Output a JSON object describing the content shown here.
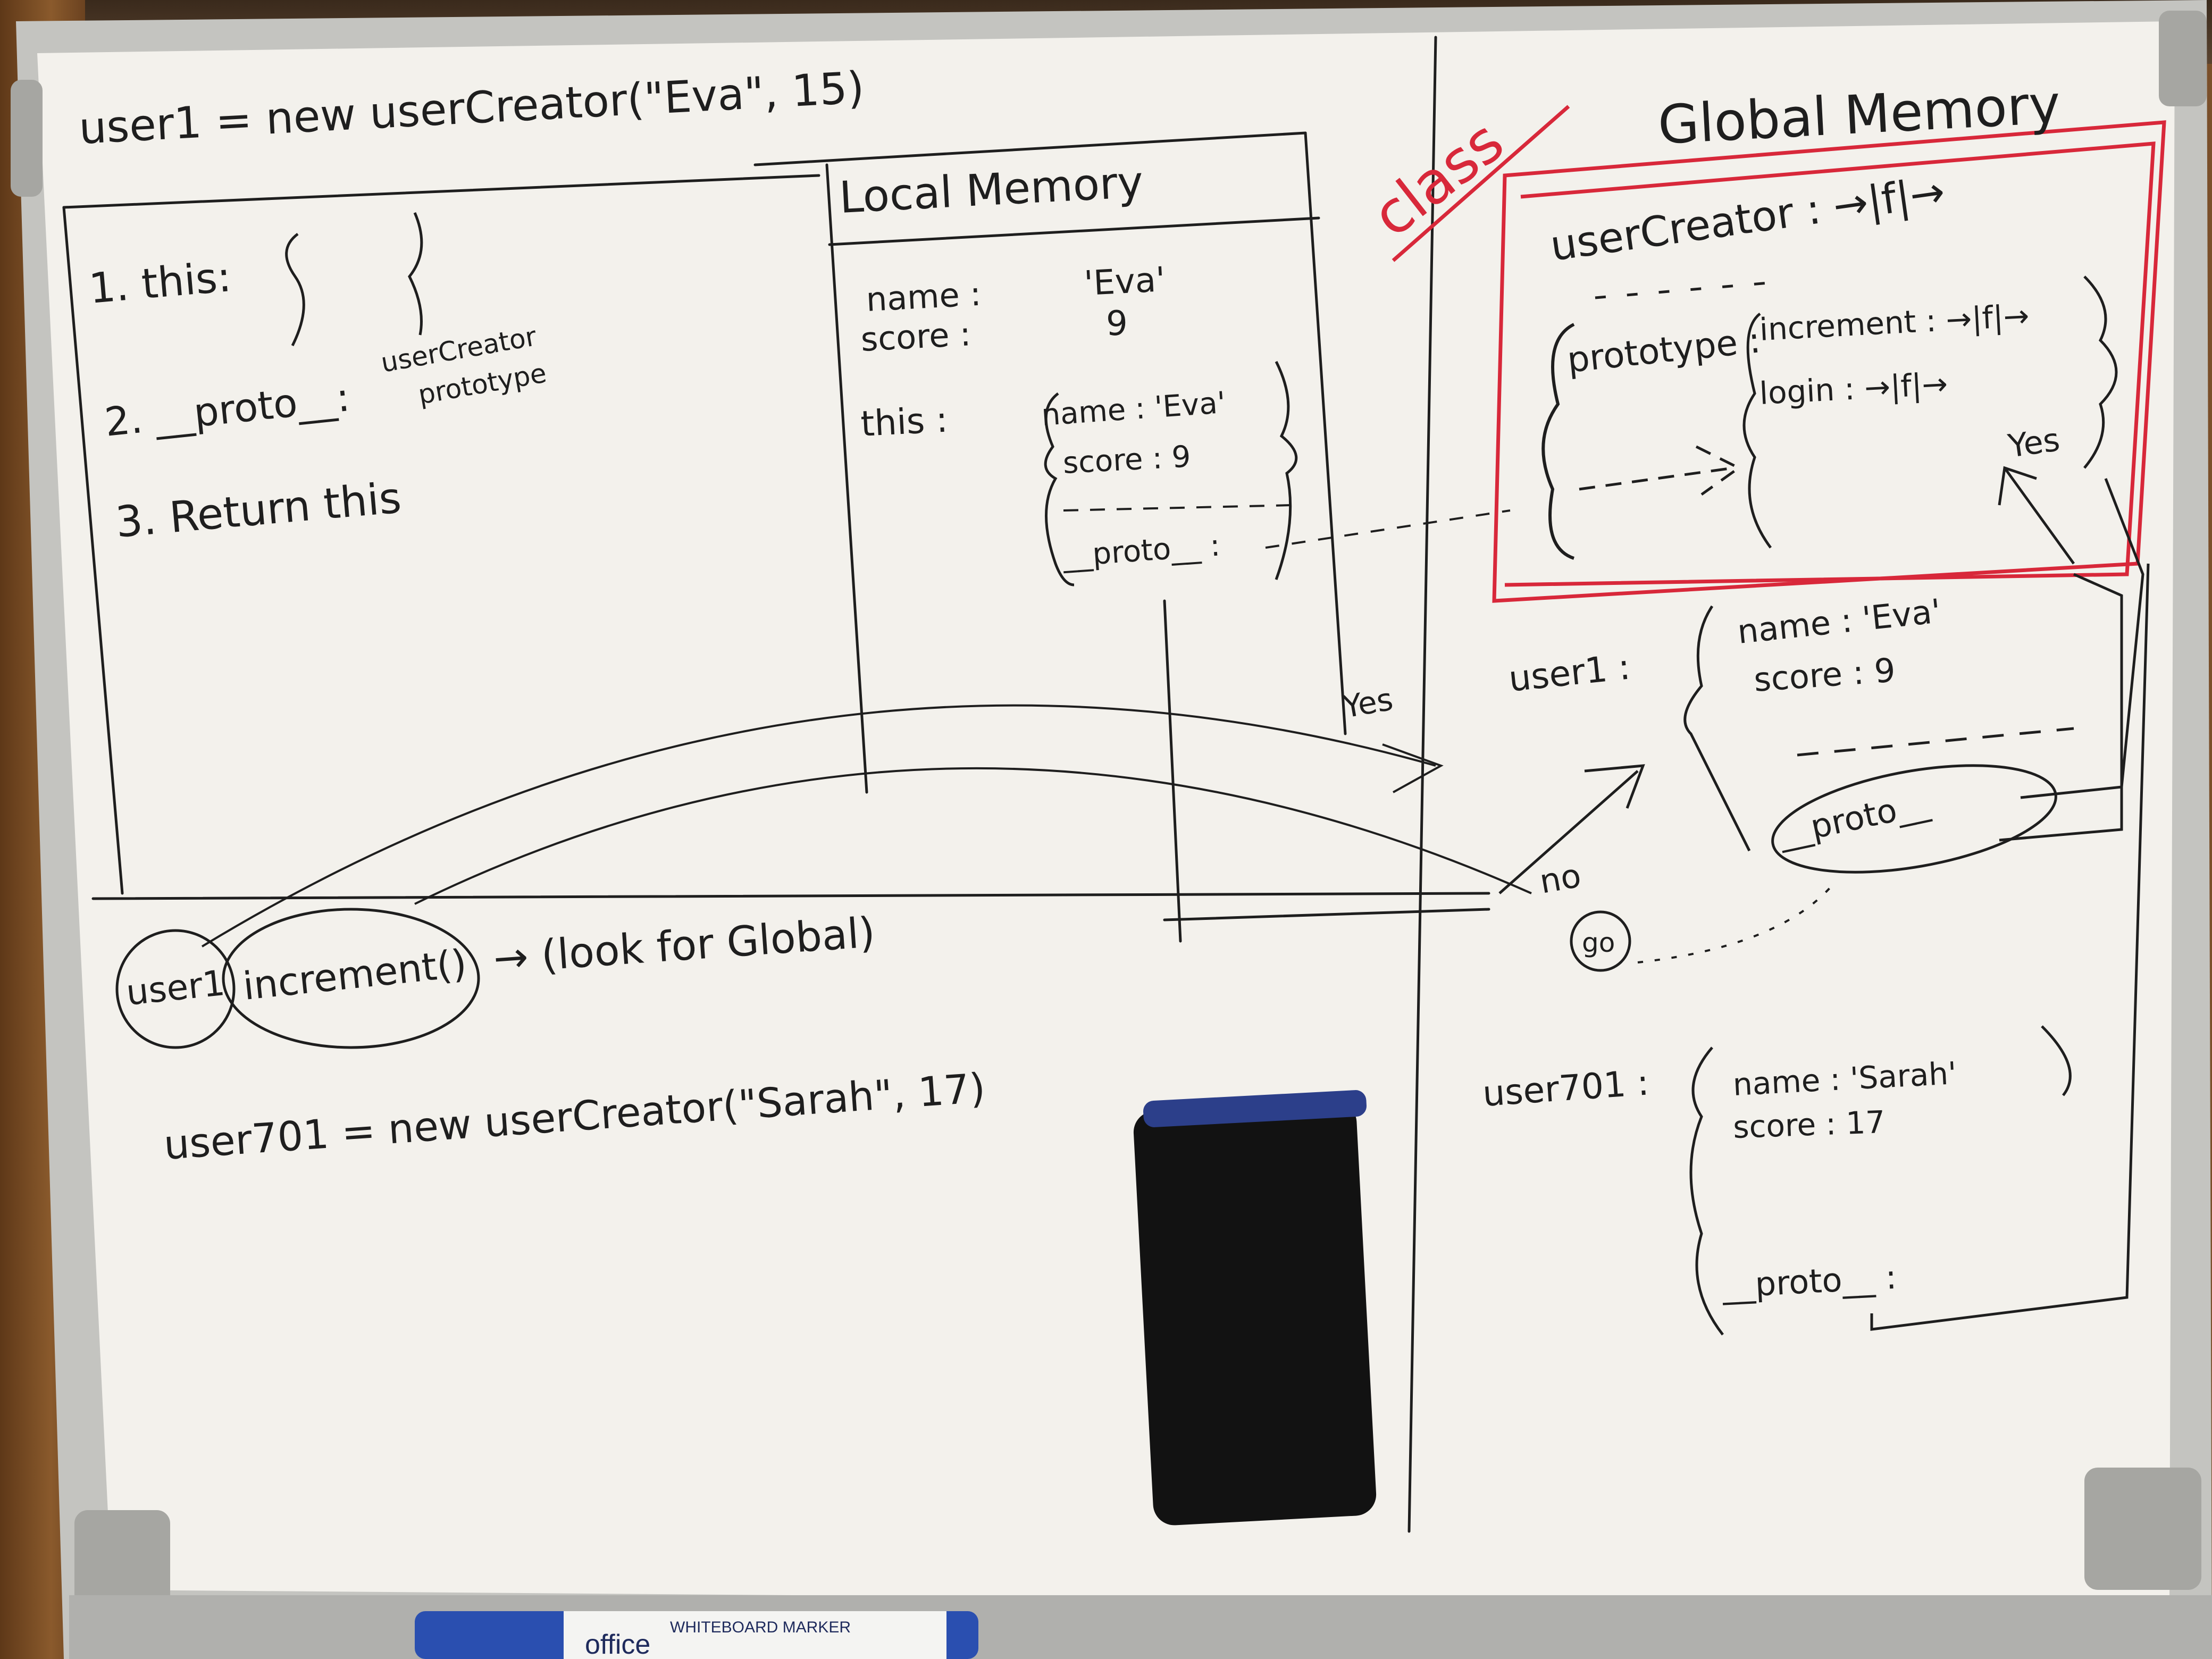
{
  "whiteboard": {
    "top_left_heading": "user1 = new userCreator(\"Eva\", 15)",
    "steps": {
      "step1": "1. this:",
      "step2": "2. __proto__:",
      "step2_note_line1": "userCreator",
      "step2_note_line2": "prototype",
      "step3": "3. Return this"
    },
    "local_memory": {
      "title": "Local Memory",
      "name_label": "name :",
      "name_value": "'Eva'",
      "score_label": "score :",
      "score_value": "9",
      "this_label": "this :",
      "this_name": "name : 'Eva'",
      "this_score": "score : 9",
      "this_proto": "__proto__ :"
    },
    "global_memory": {
      "title": "Global Memory",
      "class_label": "class",
      "usercreator_line": "userCreator : →|f|→",
      "prototype_label": "prototype :",
      "increment_line": "increment : →|f|→",
      "login_line": "login : →|f|→",
      "yes_label_1": "Yes",
      "user1_label": "user1 :",
      "user1_name": "name : 'Eva'",
      "user1_score": "score : 9",
      "user1_proto": "__proto__",
      "yes_label_2": "Yes",
      "no_label": "no",
      "go_label": "go",
      "user701_label": "user701 :",
      "user701_name": "name : 'Sarah'",
      "user701_score": "score : 17",
      "user701_proto": "__proto__ :"
    },
    "call_line": {
      "user1": "user1",
      "increment": "increment()",
      "arrow_note": "→ (look for Global)"
    },
    "bottom_line": "user701 = new userCreator(\"Sarah\", 17)",
    "marker": {
      "brand": "office",
      "title": "WHITEBOARD MARKER"
    },
    "colors": {
      "ink": "#1e1e1e",
      "red_ink": "#d8283a",
      "board": "#f3f1ec",
      "frame": "#b9b9b6",
      "eraser": "#111111",
      "marker": "#2a4fb0"
    }
  }
}
